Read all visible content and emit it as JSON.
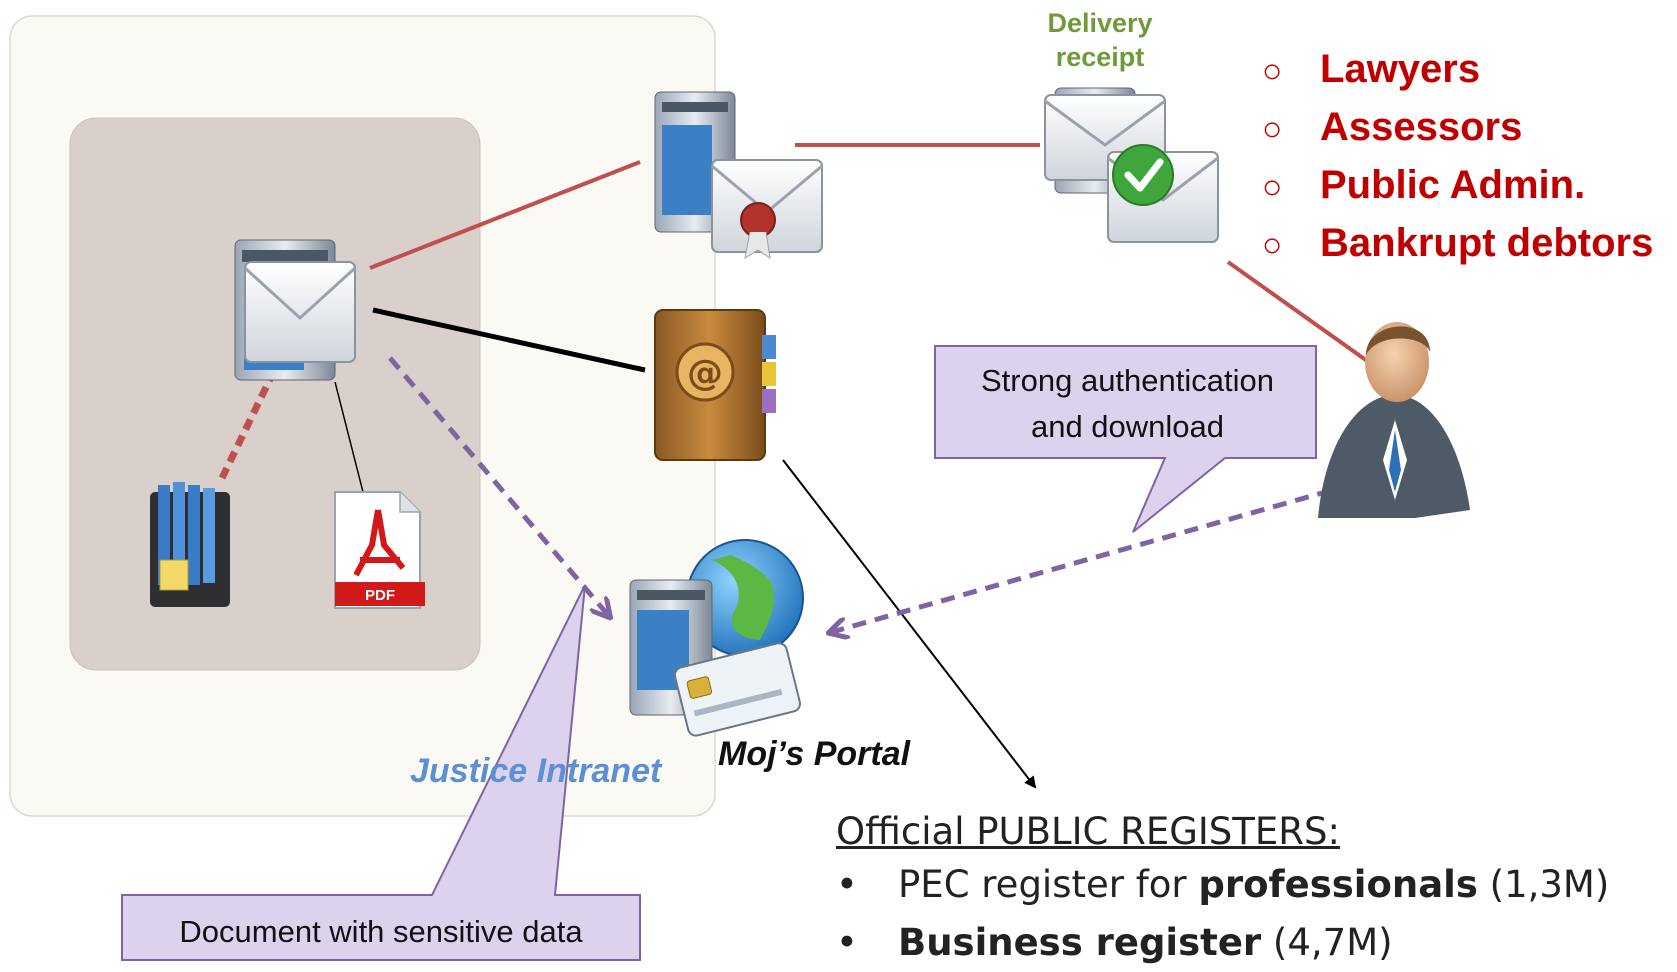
{
  "diagram": {
    "intranet_label": "Justice Intranet",
    "portal_label": "Moj’s Portal",
    "delivery_receipt": [
      "Delivery",
      "receipt"
    ],
    "roles": [
      "Lawyers",
      "Assessors",
      "Public Admin.",
      "Bankrupt debtors"
    ],
    "auth_callout": [
      "Strong authentication",
      "and download"
    ],
    "document_callout": "Document with sensitive  data",
    "pdf_label": "PDF",
    "registers": {
      "title": "Official PUBLIC REGISTERS:",
      "items": [
        {
          "pre": "PEC register for ",
          "bold": "professionals",
          "post": " (1,3M)"
        },
        {
          "pre": "",
          "bold": "Business register",
          "post": " (4,7M)"
        }
      ]
    },
    "colors": {
      "pec_line": "#c0504d",
      "dashed_purple": "#8064a2",
      "dashed_red": "#c0504d",
      "roles_red": "#c00000",
      "callout_fill": "#dcd2ee",
      "intranet_label": "#5b8fd6",
      "delivery_label": "#6f9a3a"
    },
    "icons": [
      "mail-server-icon",
      "pec-mail-server-icon",
      "delivery-receipt-icon",
      "address-book-icon",
      "portal-server-icon",
      "folder-archive-icon",
      "pdf-file-icon",
      "user-icon"
    ]
  }
}
